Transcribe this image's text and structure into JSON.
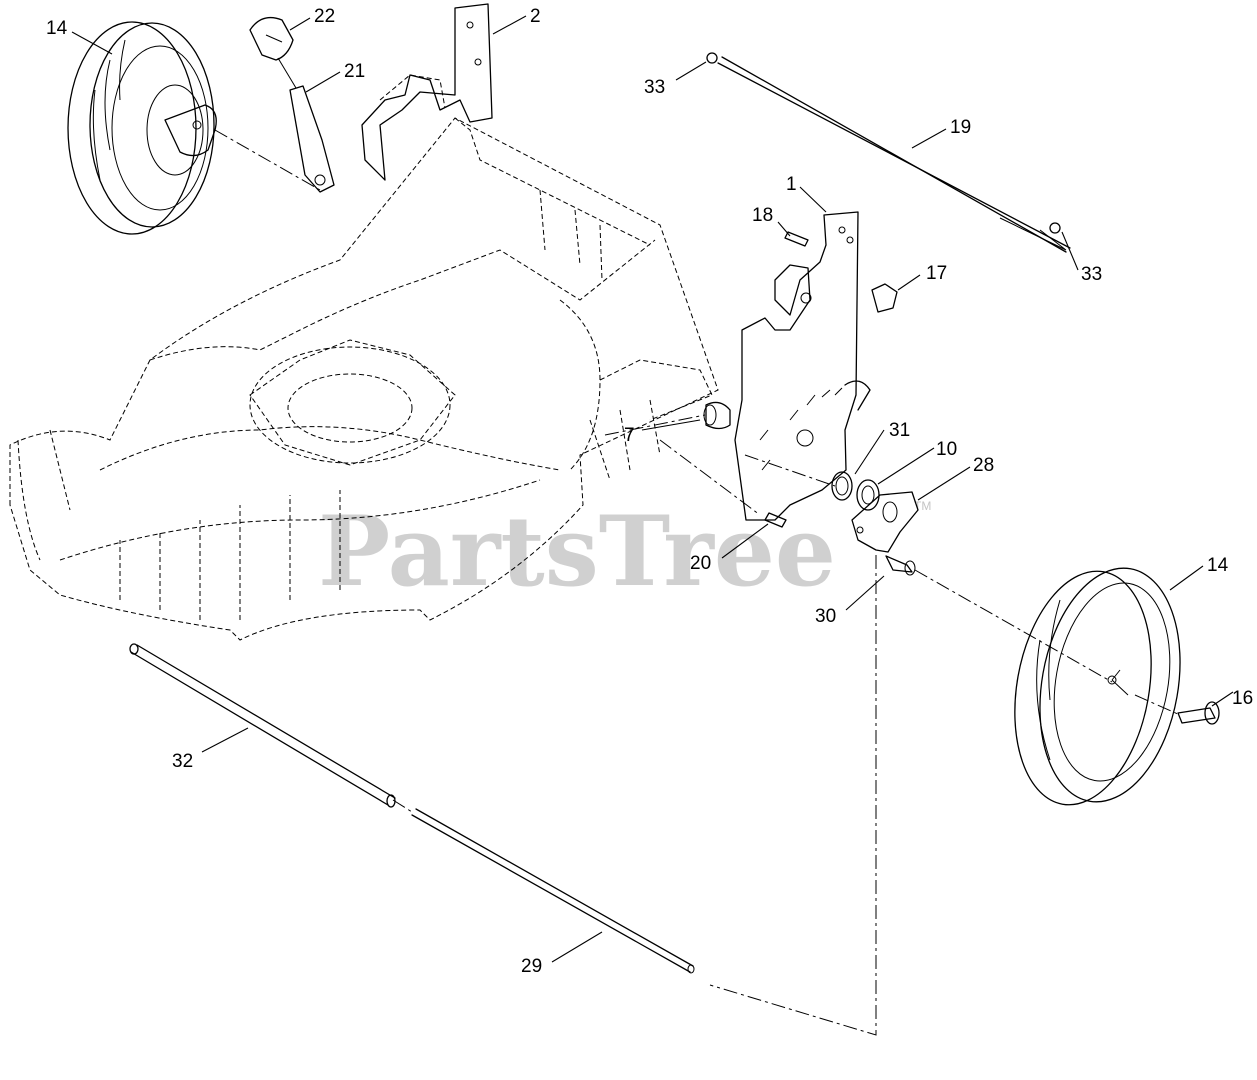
{
  "watermark": {
    "text": "PartsTree",
    "trademark": "TM",
    "color": "#c4c4c4"
  },
  "callouts": [
    {
      "id": "c-14-left",
      "label": "14"
    },
    {
      "id": "c-22",
      "label": "22"
    },
    {
      "id": "c-2",
      "label": "2"
    },
    {
      "id": "c-21",
      "label": "21"
    },
    {
      "id": "c-33-top",
      "label": "33"
    },
    {
      "id": "c-19",
      "label": "19"
    },
    {
      "id": "c-1",
      "label": "1"
    },
    {
      "id": "c-18",
      "label": "18"
    },
    {
      "id": "c-17",
      "label": "17"
    },
    {
      "id": "c-33-right",
      "label": "33"
    },
    {
      "id": "c-31",
      "label": "31"
    },
    {
      "id": "c-10",
      "label": "10"
    },
    {
      "id": "c-28",
      "label": "28"
    },
    {
      "id": "c-7",
      "label": "7"
    },
    {
      "id": "c-20",
      "label": "20"
    },
    {
      "id": "c-30",
      "label": "30"
    },
    {
      "id": "c-14-right",
      "label": "14"
    },
    {
      "id": "c-16",
      "label": "16"
    },
    {
      "id": "c-32",
      "label": "32"
    },
    {
      "id": "c-29",
      "label": "29"
    }
  ]
}
